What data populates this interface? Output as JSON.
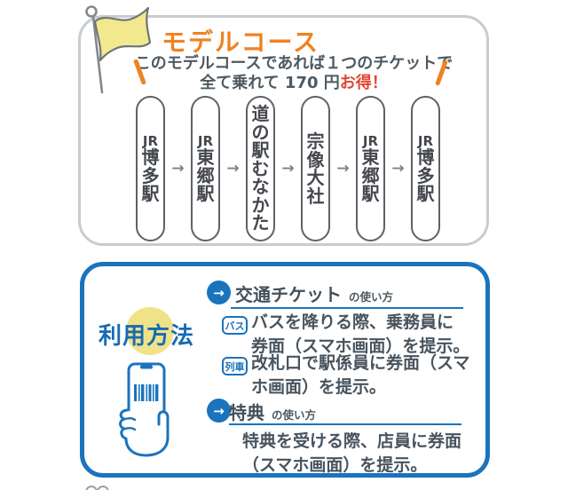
{
  "top_card": {
    "title": "モデルコース",
    "subtitle": {
      "line1": "このモデルコースであれば１つのチケットで",
      "line2_prefix": "全て乗れて 170 円",
      "line2_highlight": "お得！"
    },
    "route": {
      "arrow": "→",
      "stops": [
        {
          "label": "JR博多駅",
          "chars": [
            "JR",
            "博",
            "多",
            "駅"
          ]
        },
        {
          "label": "JR東郷駅",
          "chars": [
            "JR",
            "東",
            "郷",
            "駅"
          ]
        },
        {
          "label": "道の駅むなかた",
          "chars": [
            "道",
            "の",
            "駅",
            "む",
            "な",
            "か",
            "た"
          ]
        },
        {
          "label": "宗像大社",
          "chars": [
            "宗",
            "像",
            "大",
            "社"
          ]
        },
        {
          "label": "JR東郷駅",
          "chars": [
            "JR",
            "東",
            "郷",
            "駅"
          ]
        },
        {
          "label": "JR博多駅",
          "chars": [
            "JR",
            "博",
            "多",
            "駅"
          ]
        }
      ]
    }
  },
  "bottom_card": {
    "heading": "利用方法",
    "sections": [
      {
        "icon_glyph": "→",
        "title": "交通チケット",
        "suffix": "の使い方",
        "items": [
          {
            "badge": "バス",
            "line1": "バスを降りる際、乗務員に",
            "line2": "券面（スマホ画面）を提示。"
          },
          {
            "badge": "列車",
            "line1": "改札口で駅係員に券面（スマ",
            "line2": "ホ画面）を提示。"
          }
        ]
      },
      {
        "icon_glyph": "→",
        "title": "特典",
        "suffix": "の使い方",
        "items": [
          {
            "line1": "特典を受ける際、店員に券面",
            "line2": "（スマホ画面）を提示。"
          }
        ]
      }
    ]
  },
  "icons": {
    "flag": "flag-icon",
    "phone_in_hand": "phone-barcode-icon",
    "section_arrow": "arrow-circle-icon"
  },
  "colors": {
    "orange": "#ef8222",
    "highlight_red": "#dd4732",
    "blue": "#1a73bd",
    "dark_text": "#47545f",
    "pill_border": "#5d6167",
    "card_border_gray": "#c9ccce",
    "circle_yellow": "#efe289",
    "flag_yellow": "#f2e98e"
  }
}
